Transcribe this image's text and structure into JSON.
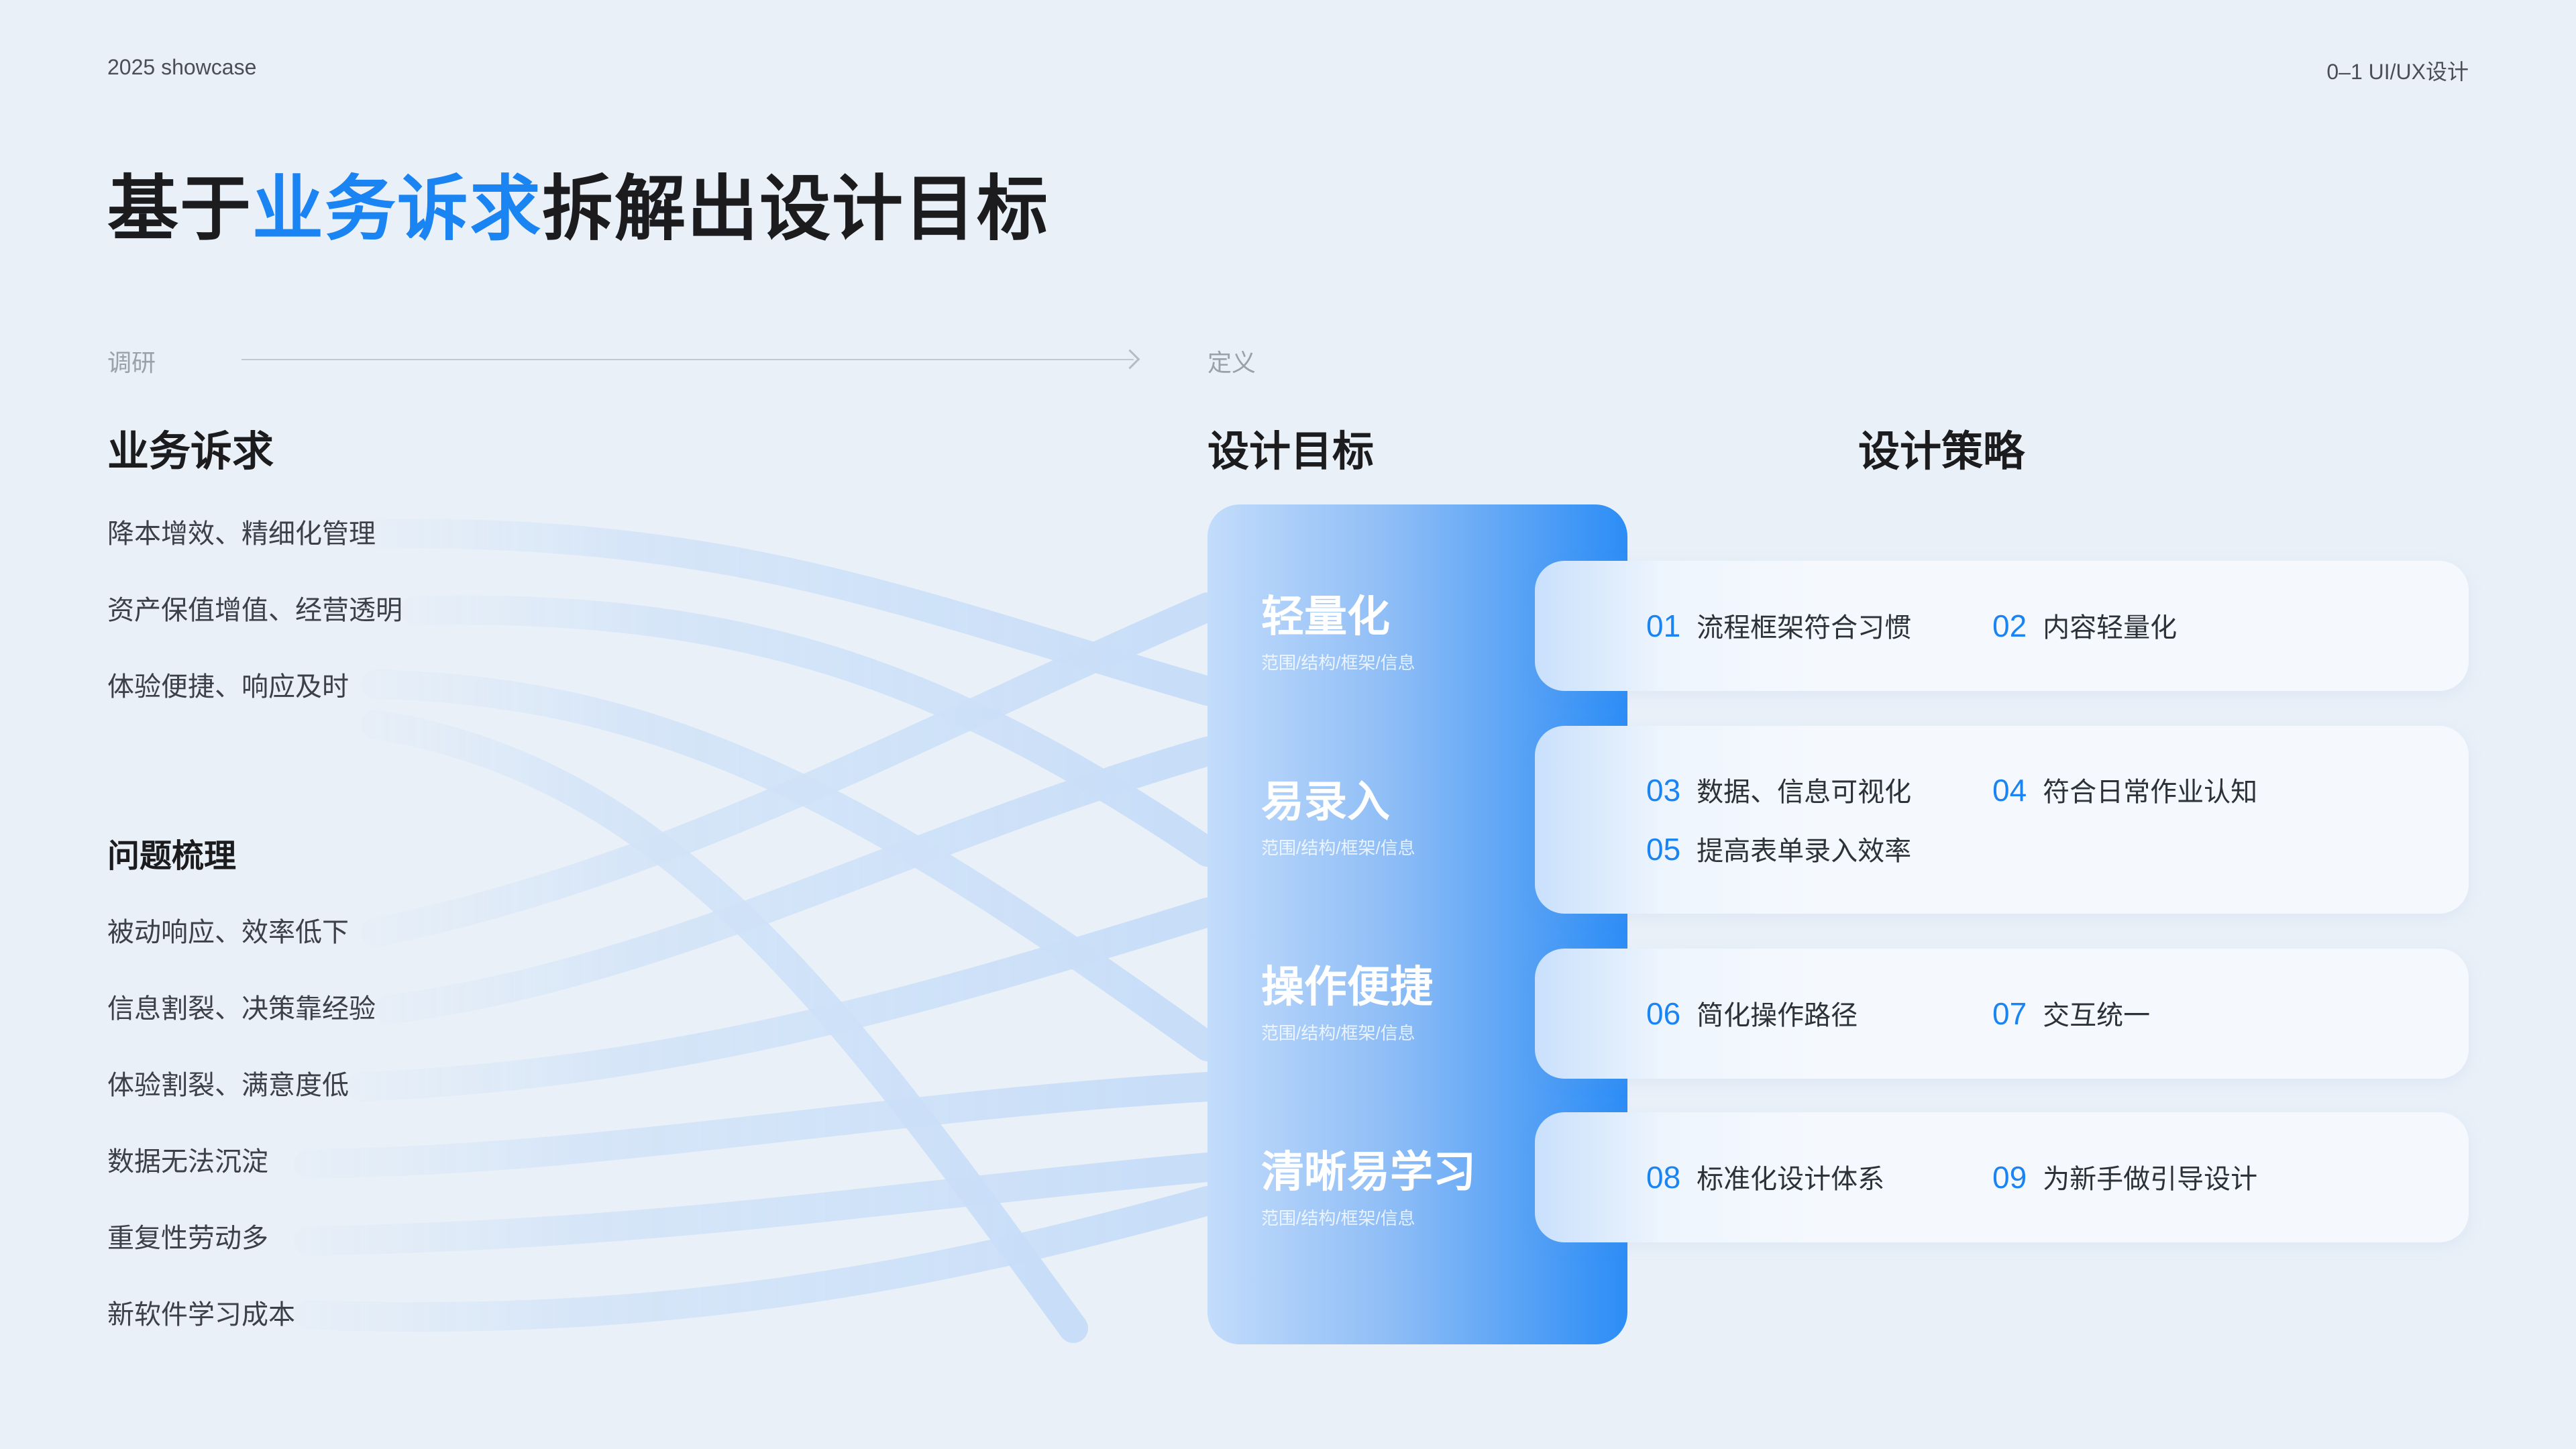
{
  "header": {
    "left": "2025 showcase",
    "right": "0–1 UI/UX设计"
  },
  "title": {
    "prefix": "基于",
    "highlight": "业务诉求",
    "suffix": "拆解出设计目标"
  },
  "stages": {
    "research": "调研",
    "define": "定义"
  },
  "business": {
    "heading": "业务诉求",
    "items": [
      "降本增效、精细化管理",
      "资产保值增值、经营透明",
      "体验便捷、响应及时"
    ]
  },
  "problems": {
    "heading": "问题梳理",
    "items": [
      "被动响应、效率低下",
      "信息割裂、决策靠经验",
      "体验割裂、满意度低",
      "数据无法沉淀",
      "重复性劳动多",
      "新软件学习成本"
    ]
  },
  "goals": {
    "heading": "设计目标",
    "items": [
      {
        "title": "轻量化",
        "sub": "范围/结构/框架/信息"
      },
      {
        "title": "易录入",
        "sub": "范围/结构/框架/信息"
      },
      {
        "title": "操作便捷",
        "sub": "范围/结构/框架/信息"
      },
      {
        "title": "清晰易学习",
        "sub": "范围/结构/框架/信息"
      }
    ]
  },
  "strategies": {
    "heading": "设计策略",
    "cards": [
      [
        {
          "num": "01",
          "text": "流程框架符合习惯"
        },
        {
          "num": "02",
          "text": "内容轻量化"
        }
      ],
      [
        {
          "num": "03",
          "text": "数据、信息可视化"
        },
        {
          "num": "04",
          "text": "符合日常作业认知"
        },
        {
          "num": "05",
          "text": "提高表单录入效率"
        }
      ],
      [
        {
          "num": "06",
          "text": "简化操作路径"
        },
        {
          "num": "07",
          "text": "交互统一"
        }
      ],
      [
        {
          "num": "08",
          "text": "标准化设计体系"
        },
        {
          "num": "09",
          "text": "为新手做引导设计"
        }
      ]
    ]
  },
  "colors": {
    "accent": "#1a84f2",
    "background": "#e9f0f8",
    "flow": "#cfe2f8"
  }
}
